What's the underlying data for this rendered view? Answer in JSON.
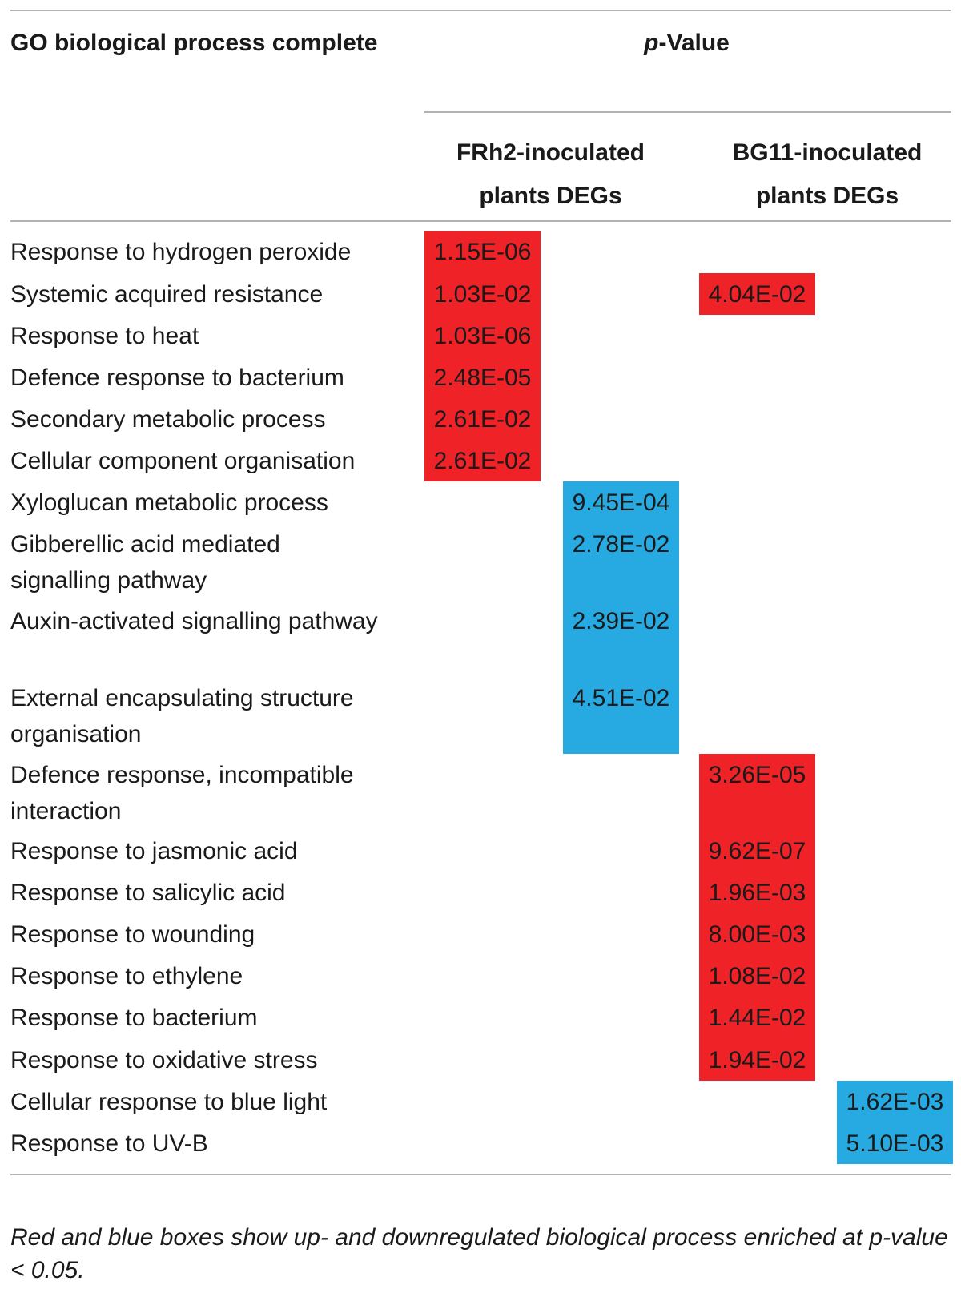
{
  "header": {
    "go_column": "GO biological process complete",
    "pvalue_italic": "p",
    "pvalue_rest": "-Value",
    "col_frh2": "FRh2-inoculated plants DEGs",
    "col_bg11": "BG11-inoculated plants DEGs"
  },
  "colors": {
    "up": "#ee2227",
    "down": "#27aae1"
  },
  "rows": [
    {
      "label": "Response to hydrogen peroxide",
      "values": [
        "1.15E-06",
        "",
        "",
        ""
      ]
    },
    {
      "label": "Systemic acquired resistance",
      "values": [
        "1.03E-02",
        "",
        "4.04E-02",
        ""
      ]
    },
    {
      "label": "Response to heat",
      "values": [
        "1.03E-06",
        "",
        "",
        ""
      ]
    },
    {
      "label": "Defence response to bacterium",
      "values": [
        "2.48E-05",
        "",
        "",
        ""
      ]
    },
    {
      "label": "Secondary metabolic process",
      "values": [
        "2.61E-02",
        "",
        "",
        ""
      ]
    },
    {
      "label": "Cellular component organisation",
      "values": [
        "2.61E-02",
        "",
        "",
        ""
      ]
    },
    {
      "label": "Xyloglucan metabolic process",
      "values": [
        "",
        "9.45E-04",
        "",
        ""
      ]
    },
    {
      "label": "Gibberellic acid mediated signalling pathway",
      "values": [
        "",
        "2.78E-02",
        "",
        ""
      ]
    },
    {
      "label": "Auxin-activated signalling pathway",
      "values": [
        "",
        "2.39E-02",
        "",
        ""
      ]
    },
    {
      "label": "External encapsulating structure organisation",
      "values": [
        "",
        "4.51E-02",
        "",
        ""
      ]
    },
    {
      "label": "Defence response, incompatible interaction",
      "values": [
        "",
        "",
        "3.26E-05",
        ""
      ]
    },
    {
      "label": "Response to jasmonic acid",
      "values": [
        "",
        "",
        "9.62E-07",
        ""
      ]
    },
    {
      "label": "Response to salicylic acid",
      "values": [
        "",
        "",
        "1.96E-03",
        ""
      ]
    },
    {
      "label": "Response to wounding",
      "values": [
        "",
        "",
        "8.00E-03",
        ""
      ]
    },
    {
      "label": "Response to ethylene",
      "values": [
        "",
        "",
        "1.08E-02",
        ""
      ]
    },
    {
      "label": "Response to bacterium",
      "values": [
        "",
        "",
        "1.44E-02",
        ""
      ]
    },
    {
      "label": "Response to oxidative stress",
      "values": [
        "",
        "",
        "1.94E-02",
        ""
      ]
    },
    {
      "label": "Cellular response to blue light",
      "values": [
        "",
        "",
        "",
        "1.62E-03"
      ]
    },
    {
      "label": "Response to UV-B",
      "values": [
        "",
        "",
        "",
        "5.10E-03"
      ]
    }
  ],
  "footnote": "Red and blue boxes show up- and downregulated biological process enriched at p-value < 0.05."
}
